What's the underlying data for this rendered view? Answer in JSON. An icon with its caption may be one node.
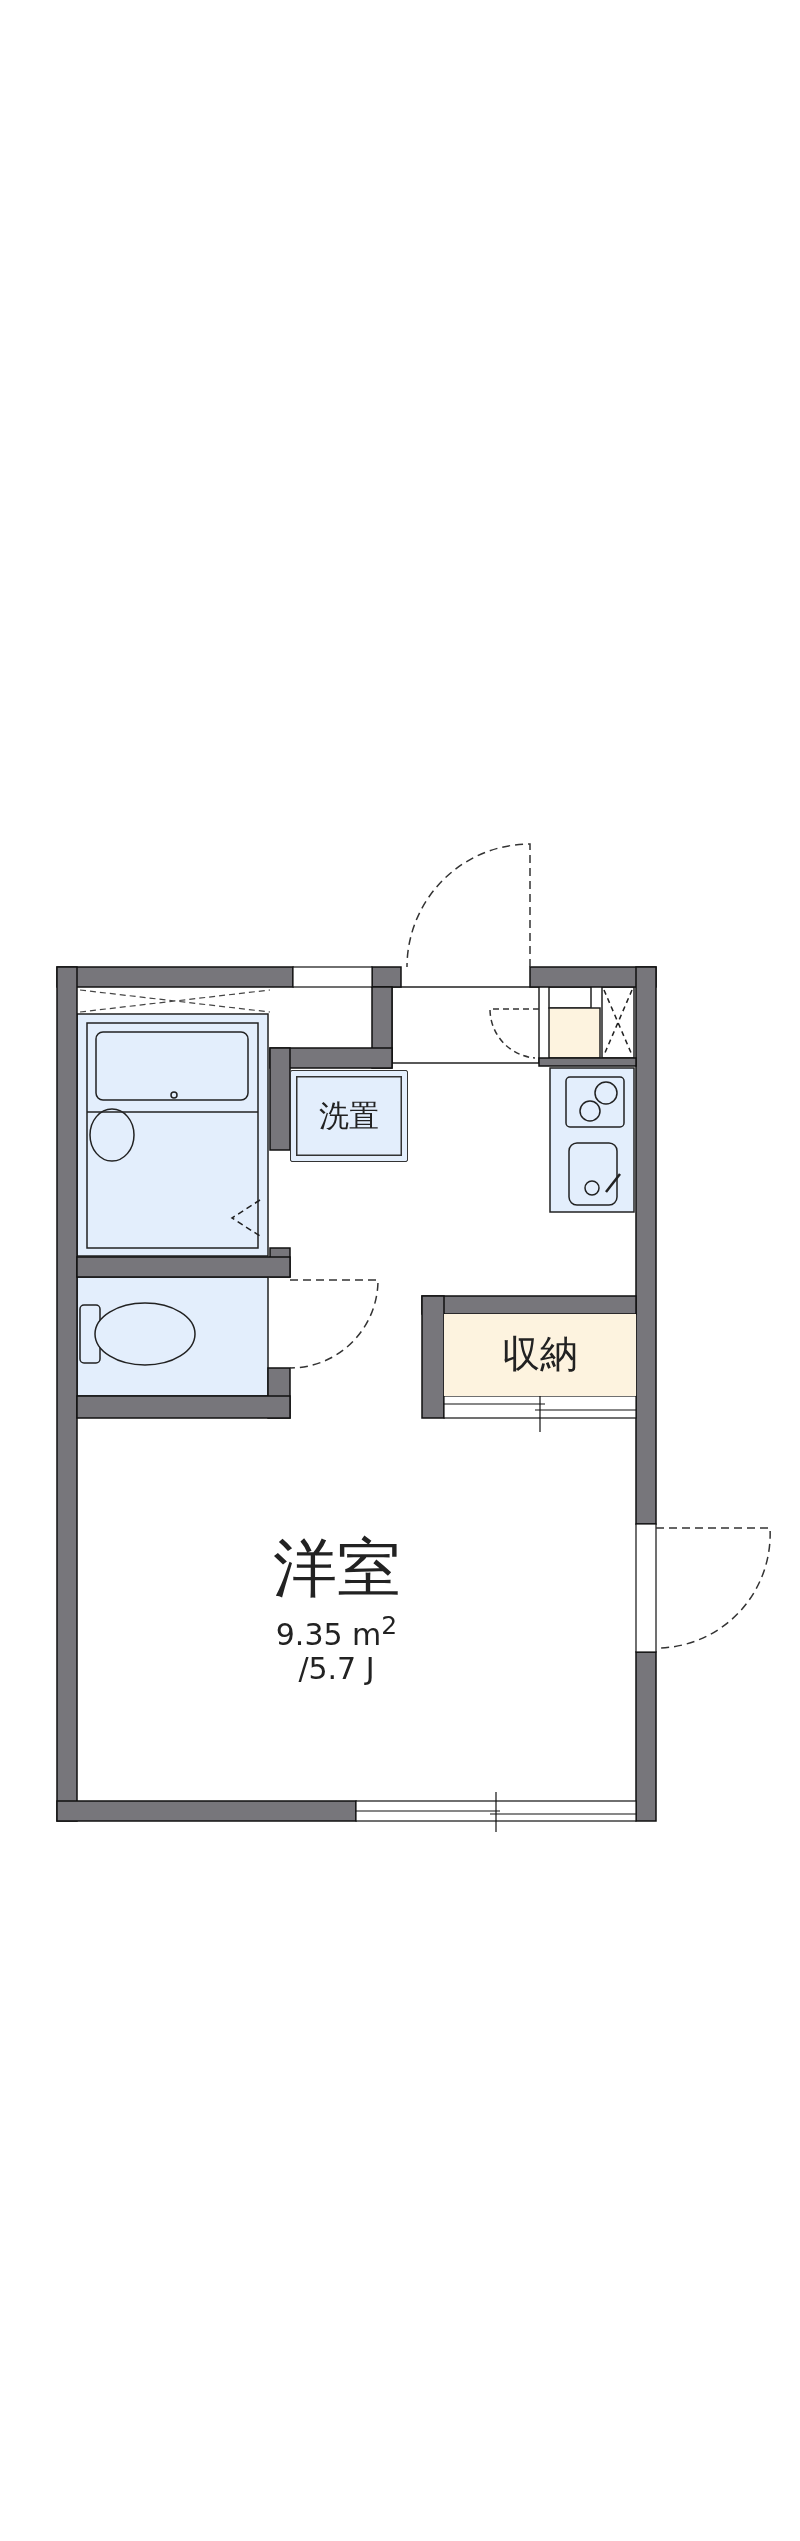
{
  "diagram": {
    "nodes": [
      {
        "text": [
          "洗置"
        ]
      },
      {
        "text": [
          "収納"
        ]
      },
      {
        "text": [
          "洋室",
          "9.35 m$^{2}$ /5.7 J"
        ]
      }
    ]
  }
}
